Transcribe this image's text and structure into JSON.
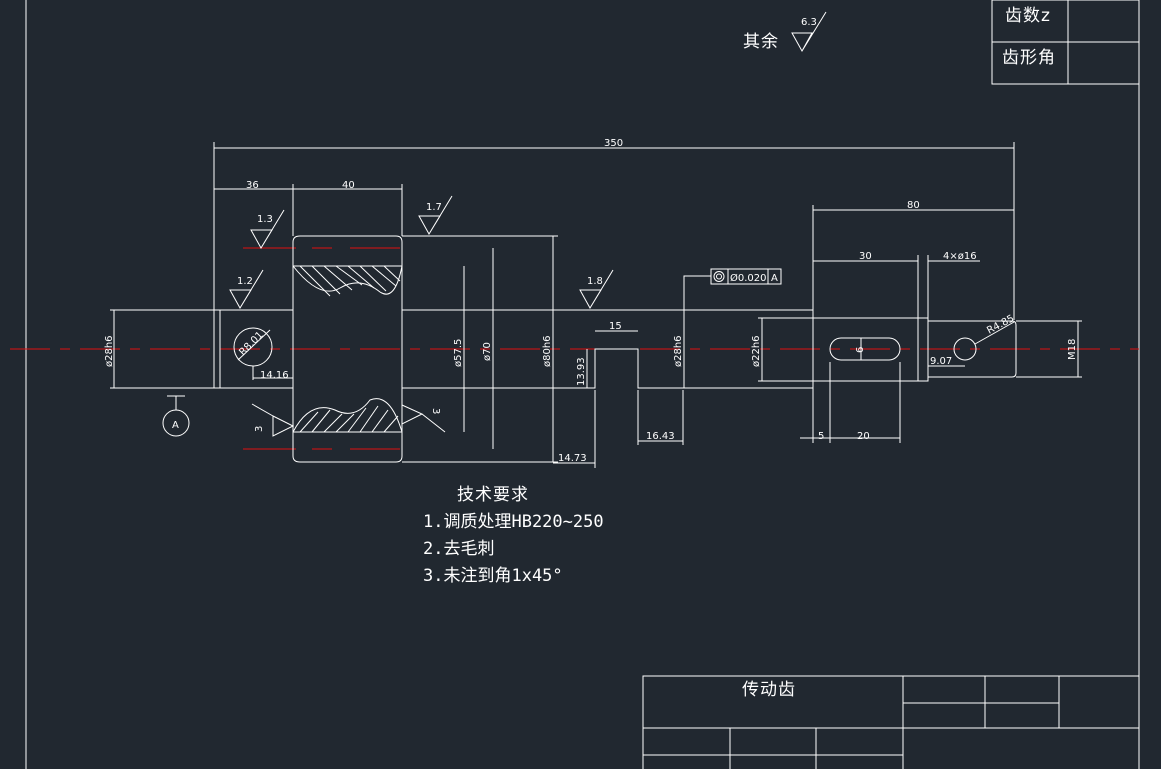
{
  "drawing": {
    "tech_requirements": {
      "title": "技术要求",
      "items": [
        "1.调质处理HB220~250",
        "2.去毛刺",
        "3.未注到角1x45°"
      ]
    },
    "roughness_other": {
      "label": "其余",
      "value": "6.3"
    },
    "gear_param_table": {
      "teeth_label": "齿数z",
      "profile_angle_label": "齿形角"
    },
    "title_block": {
      "part_name": "传动齿"
    },
    "dimensions": {
      "overall_length": "350",
      "left_shaft_len": "36",
      "gear_width": "40",
      "right_section_len": "80",
      "right_sub_len": "30",
      "holes": "4×ø16",
      "groove_width": "15",
      "dist_1643": "16.43",
      "dist_1473": "14.73",
      "dist_1416": "14.16",
      "slot_5": "5",
      "slot_20": "20",
      "dist_907": "9.07",
      "dia_left": "ø28h6",
      "dia_575": "ø57.5",
      "dia_70": "ø70",
      "dia_80": "ø80h6",
      "dia_1393": "13.93",
      "dia_mid": "ø28h6",
      "dia_22": "ø22h6",
      "slot_6": "6",
      "thread": "M18",
      "radius_left": "R8.01",
      "radius_right": "R4.85"
    },
    "roughness_marks": {
      "r13": "1.3",
      "r12": "1.2",
      "r17": "1.7",
      "r18": "1.8",
      "r3a": "3",
      "r3b": "3"
    },
    "tolerance_frame": {
      "value": "Ø0.020",
      "datum": "A"
    },
    "datum_symbol": "A"
  }
}
